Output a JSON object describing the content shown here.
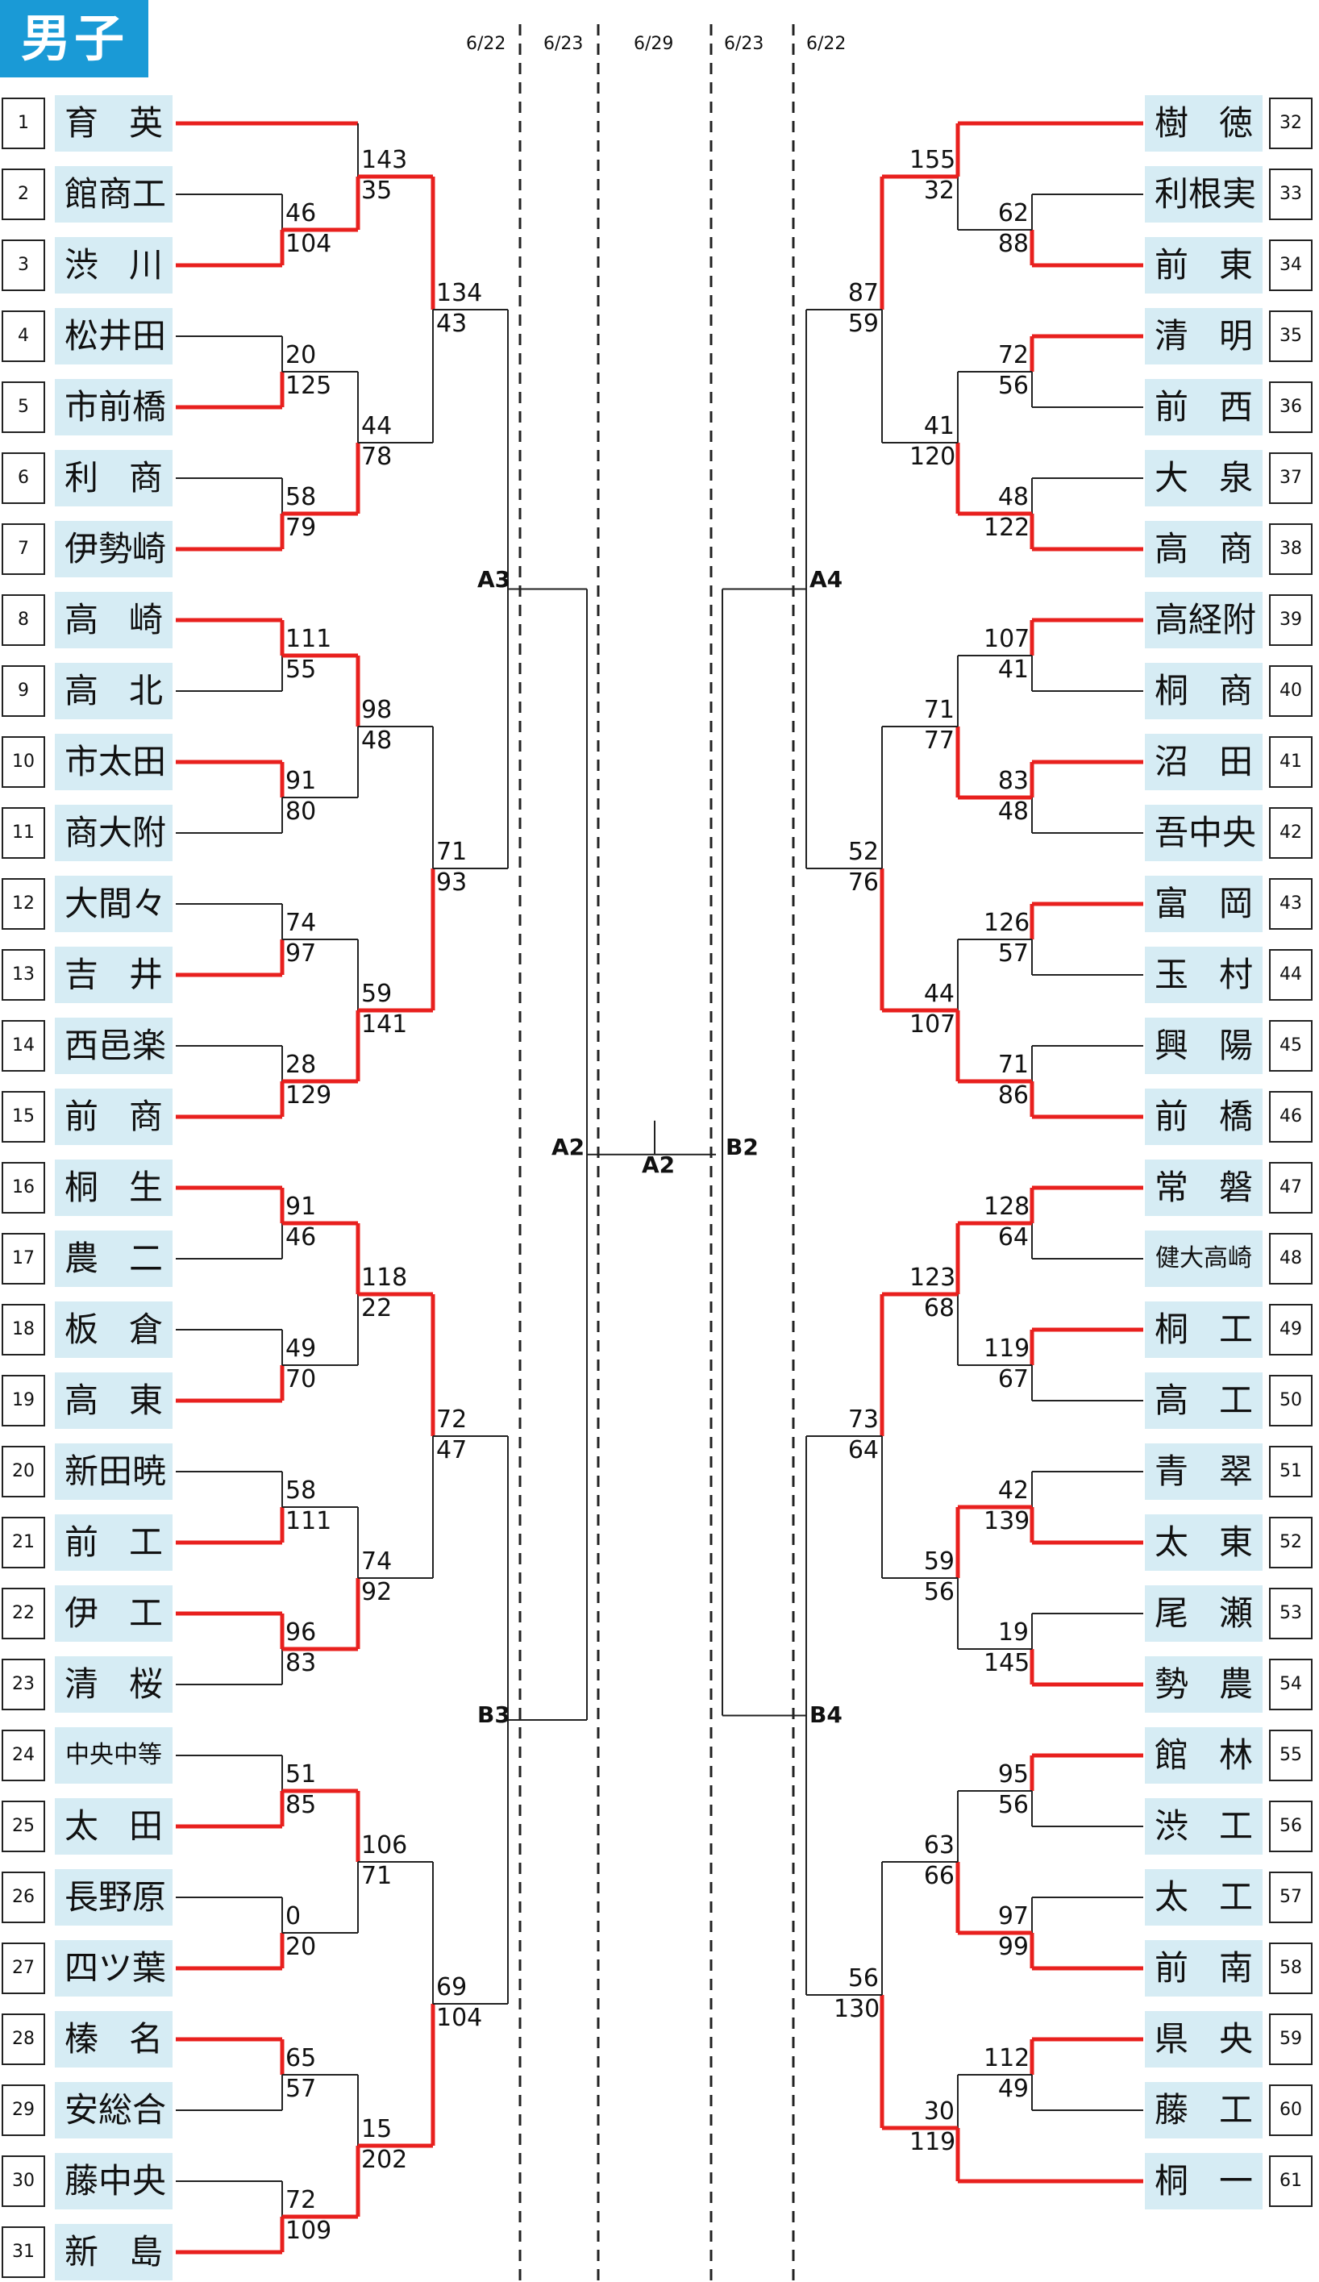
{
  "title": "男子",
  "dates": [
    "6/22",
    "6/23",
    "6/29",
    "6/23",
    "6/22"
  ],
  "markers": {
    "a3": "A3",
    "a4": "A4",
    "a2_left": "A2",
    "a2_center": "A2",
    "b2": "B2",
    "b3": "B3",
    "b4": "B4"
  },
  "colors": {
    "win": "#e8201e",
    "lose": "#222222",
    "label_bg": "#d6ecf4",
    "title_bg": "#1a9ad6"
  },
  "left_teams": [
    {
      "no": "1",
      "name": "育英"
    },
    {
      "no": "2",
      "name": "館商工"
    },
    {
      "no": "3",
      "name": "渋川"
    },
    {
      "no": "4",
      "name": "松井田"
    },
    {
      "no": "5",
      "name": "市前橋"
    },
    {
      "no": "6",
      "name": "利商"
    },
    {
      "no": "7",
      "name": "伊勢崎"
    },
    {
      "no": "8",
      "name": "高崎"
    },
    {
      "no": "9",
      "name": "高北"
    },
    {
      "no": "10",
      "name": "市太田"
    },
    {
      "no": "11",
      "name": "商大附"
    },
    {
      "no": "12",
      "name": "大間々"
    },
    {
      "no": "13",
      "name": "吉井"
    },
    {
      "no": "14",
      "name": "西邑楽"
    },
    {
      "no": "15",
      "name": "前商"
    },
    {
      "no": "16",
      "name": "桐生"
    },
    {
      "no": "17",
      "name": "農二"
    },
    {
      "no": "18",
      "name": "板倉"
    },
    {
      "no": "19",
      "name": "高東"
    },
    {
      "no": "20",
      "name": "新田暁"
    },
    {
      "no": "21",
      "name": "前工"
    },
    {
      "no": "22",
      "name": "伊工"
    },
    {
      "no": "23",
      "name": "清桜"
    },
    {
      "no": "24",
      "name": "中央中等"
    },
    {
      "no": "25",
      "name": "太田"
    },
    {
      "no": "26",
      "name": "長野原"
    },
    {
      "no": "27",
      "name": "四ツ葉"
    },
    {
      "no": "28",
      "name": "榛名"
    },
    {
      "no": "29",
      "name": "安総合"
    },
    {
      "no": "30",
      "name": "藤中央"
    },
    {
      "no": "31",
      "name": "新島"
    }
  ],
  "right_teams": [
    {
      "no": "32",
      "name": "樹徳"
    },
    {
      "no": "33",
      "name": "利根実"
    },
    {
      "no": "34",
      "name": "前東"
    },
    {
      "no": "35",
      "name": "清明"
    },
    {
      "no": "36",
      "name": "前西"
    },
    {
      "no": "37",
      "name": "大泉"
    },
    {
      "no": "38",
      "name": "高商"
    },
    {
      "no": "39",
      "name": "高経附"
    },
    {
      "no": "40",
      "name": "桐商"
    },
    {
      "no": "41",
      "name": "沼田"
    },
    {
      "no": "42",
      "name": "吾中央"
    },
    {
      "no": "43",
      "name": "富岡"
    },
    {
      "no": "44",
      "name": "玉村"
    },
    {
      "no": "45",
      "name": "興陽"
    },
    {
      "no": "46",
      "name": "前橋"
    },
    {
      "no": "47",
      "name": "常磐"
    },
    {
      "no": "48",
      "name": "健大高崎"
    },
    {
      "no": "49",
      "name": "桐工"
    },
    {
      "no": "50",
      "name": "高工"
    },
    {
      "no": "51",
      "name": "青翠"
    },
    {
      "no": "52",
      "name": "太東"
    },
    {
      "no": "53",
      "name": "尾瀬"
    },
    {
      "no": "54",
      "name": "勢農"
    },
    {
      "no": "55",
      "name": "館林"
    },
    {
      "no": "56",
      "name": "渋工"
    },
    {
      "no": "57",
      "name": "太工"
    },
    {
      "no": "58",
      "name": "前南"
    },
    {
      "no": "59",
      "name": "県央"
    },
    {
      "no": "60",
      "name": "藤工"
    },
    {
      "no": "61",
      "name": "桐一"
    }
  ],
  "left_scores": {
    "r1": [
      [
        "46",
        "104"
      ],
      [
        "20",
        "125"
      ],
      [
        "58",
        "79"
      ],
      [
        "111",
        "55"
      ],
      [
        "91",
        "80"
      ],
      [
        "74",
        "97"
      ],
      [
        "28",
        "129"
      ],
      [
        "91",
        "46"
      ],
      [
        "49",
        "70"
      ],
      [
        "58",
        "111"
      ],
      [
        "96",
        "83"
      ],
      [
        "51",
        "85"
      ],
      [
        "0",
        "20"
      ],
      [
        "65",
        "57"
      ],
      [
        "72",
        "109"
      ]
    ],
    "r2": [
      [
        "143",
        "35"
      ],
      [
        "44",
        "78"
      ],
      [
        "98",
        "48"
      ],
      [
        "59",
        "141"
      ],
      [
        "118",
        "22"
      ],
      [
        "74",
        "92"
      ],
      [
        "106",
        "71"
      ],
      [
        "15",
        "202"
      ]
    ],
    "r3": [
      [
        "134",
        "43"
      ],
      [
        "71",
        "93"
      ],
      [
        "72",
        "47"
      ],
      [
        "69",
        "104"
      ]
    ]
  },
  "right_scores": {
    "r1": [
      [
        "62",
        "88"
      ],
      [
        "72",
        "56"
      ],
      [
        "48",
        "122"
      ],
      [
        "107",
        "41"
      ],
      [
        "83",
        "48"
      ],
      [
        "126",
        "57"
      ],
      [
        "71",
        "86"
      ],
      [
        "128",
        "64"
      ],
      [
        "119",
        "67"
      ],
      [
        "42",
        "139"
      ],
      [
        "19",
        "145"
      ],
      [
        "95",
        "56"
      ],
      [
        "97",
        "99"
      ],
      [
        "112",
        "49"
      ]
    ],
    "r2": [
      [
        "155",
        "32"
      ],
      [
        "41",
        "120"
      ],
      [
        "71",
        "77"
      ],
      [
        "44",
        "107"
      ],
      [
        "123",
        "68"
      ],
      [
        "59",
        "56"
      ],
      [
        "63",
        "66"
      ],
      [
        "30",
        "119"
      ]
    ],
    "r3": [
      [
        "87",
        "59"
      ],
      [
        "52",
        "76"
      ],
      [
        "73",
        "64"
      ],
      [
        "56",
        "130"
      ]
    ]
  }
}
